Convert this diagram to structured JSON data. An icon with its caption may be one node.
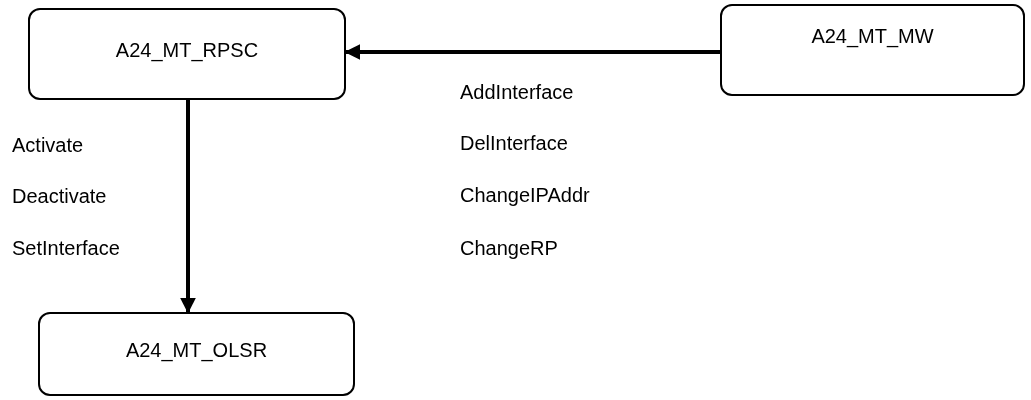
{
  "diagram": {
    "nodes": [
      {
        "text": [
          "A24_MT_RPSC"
        ]
      },
      {
        "text": [
          "A24_MT_MW"
        ]
      },
      {
        "text": [
          "A24_MT_OLSR"
        ]
      }
    ],
    "edges": [
      {
        "from": 1,
        "to": 0,
        "arrow": "to"
      },
      {
        "from": 0,
        "to": 2,
        "arrow": "to"
      }
    ],
    "labels": [
      "AddInterface",
      "Activate",
      "DelInterface",
      "Deactivate",
      "ChangeIPAddr",
      "SetInterface",
      "ChangeRP"
    ]
  }
}
